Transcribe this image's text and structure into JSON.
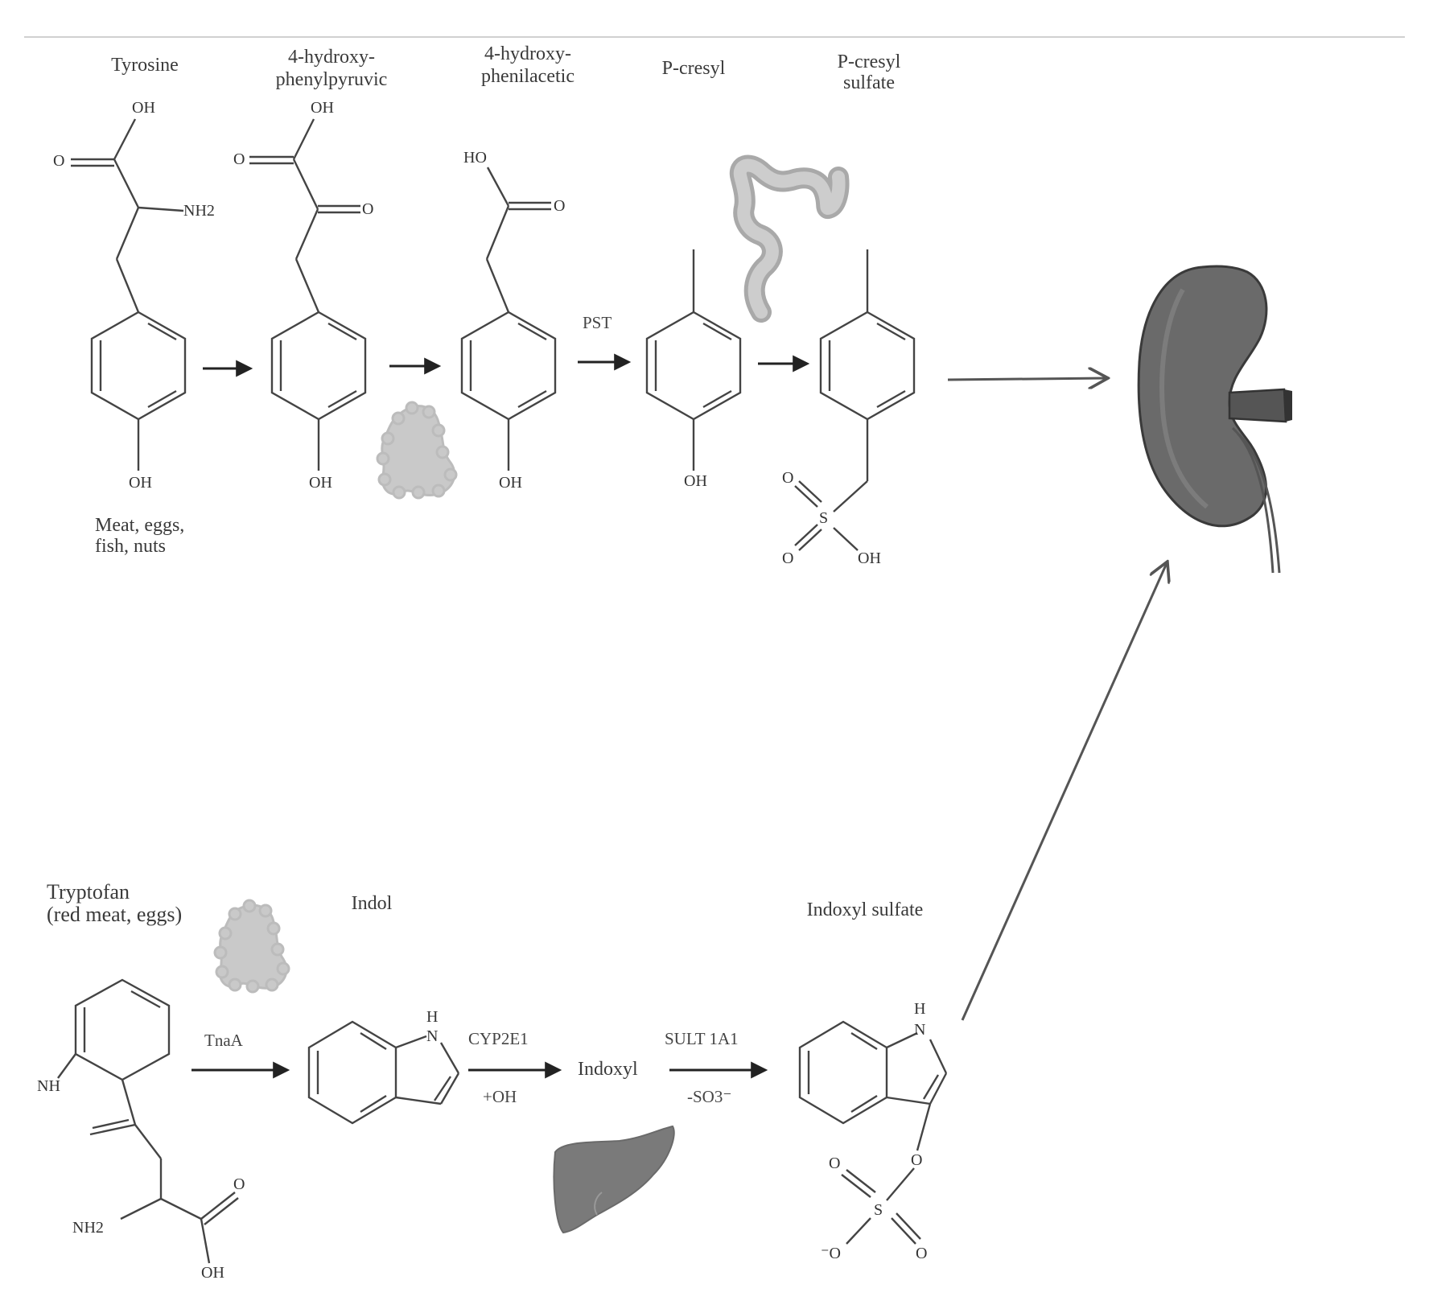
{
  "compounds": {
    "tyrosine": "Tyrosine",
    "hppa_1": "4-hydroxy-",
    "hppa_2": "phenylpyruvic",
    "hpaa_1": "4-hydroxy-",
    "hpaa_2": "phenilacetic",
    "pcresyl": "P-cresyl",
    "pcs_1": "P-cresyl",
    "pcs_2": "sulfate",
    "tryptophan_1": "Tryptofan",
    "tryptophan_2": "(red meat, eggs)",
    "indole": "Indol",
    "indoxyl": "Indoxyl",
    "indoxyl_sulfate": "Indoxyl sulfate"
  },
  "sources": {
    "tyrosine_1": "Meat, eggs,",
    "tyrosine_2": "fish, nuts"
  },
  "enzymes": {
    "pst": "PST",
    "tnaa": "TnaA",
    "cyp2e1": "CYP2E1",
    "cyp_sub": "+OH",
    "sult": "SULT 1A1",
    "sult_sub": "-SO3⁻"
  },
  "atoms": {
    "oh": "OH",
    "o": "O",
    "ho": "HO",
    "nh2": "NH2",
    "nh": "NH",
    "h": "H",
    "n": "N",
    "s": "S",
    "o_minus": "⁻O"
  }
}
